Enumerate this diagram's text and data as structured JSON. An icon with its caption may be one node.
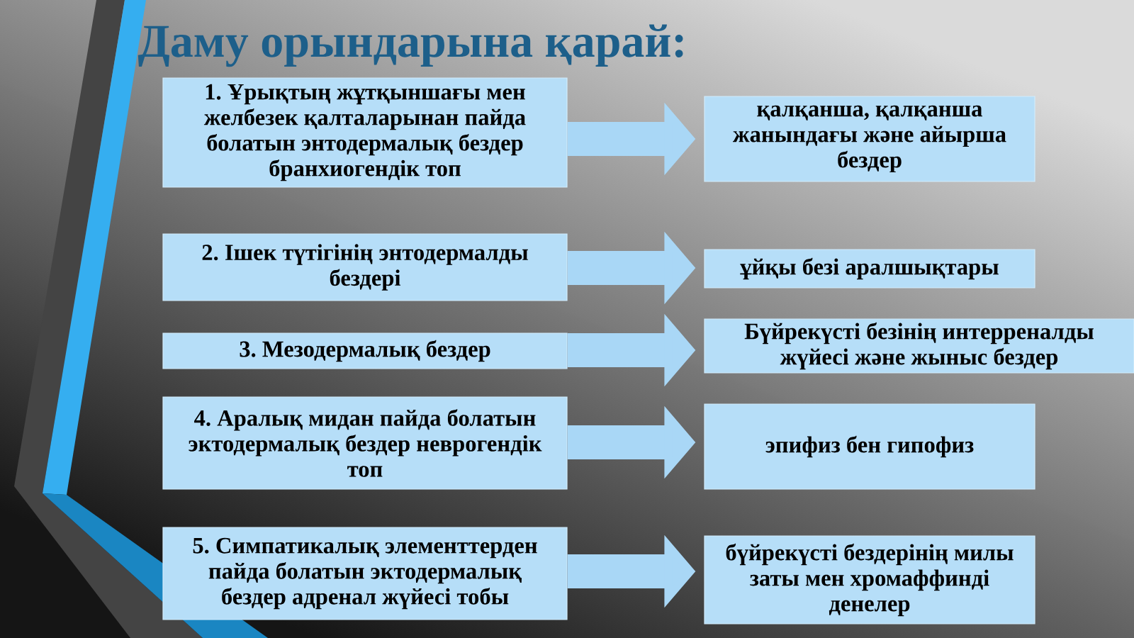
{
  "diagram": {
    "title": "Даму орындарына қарай:",
    "nodes": [
      {
        "text": [
          "1. Ұрықтың жұтқыншағы мен желбезек қалталарынан пайда болатын энтодермалық бездер бранхиогендік топ"
        ]
      },
      {
        "text": [
          "қалқанша, қалқанша жанындағы және айырша бездер"
        ]
      },
      {
        "text": [
          "2. Ішек түтігінің энтодермалды бездері"
        ]
      },
      {
        "text": [
          "ұйқы безі аралшықтары"
        ]
      },
      {
        "text": [
          "3. Мезодермалық бездер"
        ]
      },
      {
        "text": [
          "Бүйрекүсті безінің интерреналды жүйесі және жыныс бездер"
        ]
      },
      {
        "text": [
          "4. Аралық мидан пайда болатын эктодермалық бездер неврогендік топ"
        ]
      },
      {
        "text": [
          "эпифиз бен гипофиз"
        ]
      },
      {
        "text": [
          "5. Симпатикалық элементтерден пайда болатын эктодермалық бездер адренал жүйесі тобы"
        ]
      },
      {
        "text": [
          "бүйрекүсті бездерінің милы заты мен хромаффинді денелер"
        ]
      }
    ],
    "edges": [
      {
        "from": 0,
        "to": 1,
        "arrow": "to"
      },
      {
        "from": 2,
        "to": 3,
        "arrow": "to"
      },
      {
        "from": 4,
        "to": 5,
        "arrow": "to"
      },
      {
        "from": 6,
        "to": 7,
        "arrow": "to"
      },
      {
        "from": 8,
        "to": 9,
        "arrow": "to"
      }
    ]
  }
}
